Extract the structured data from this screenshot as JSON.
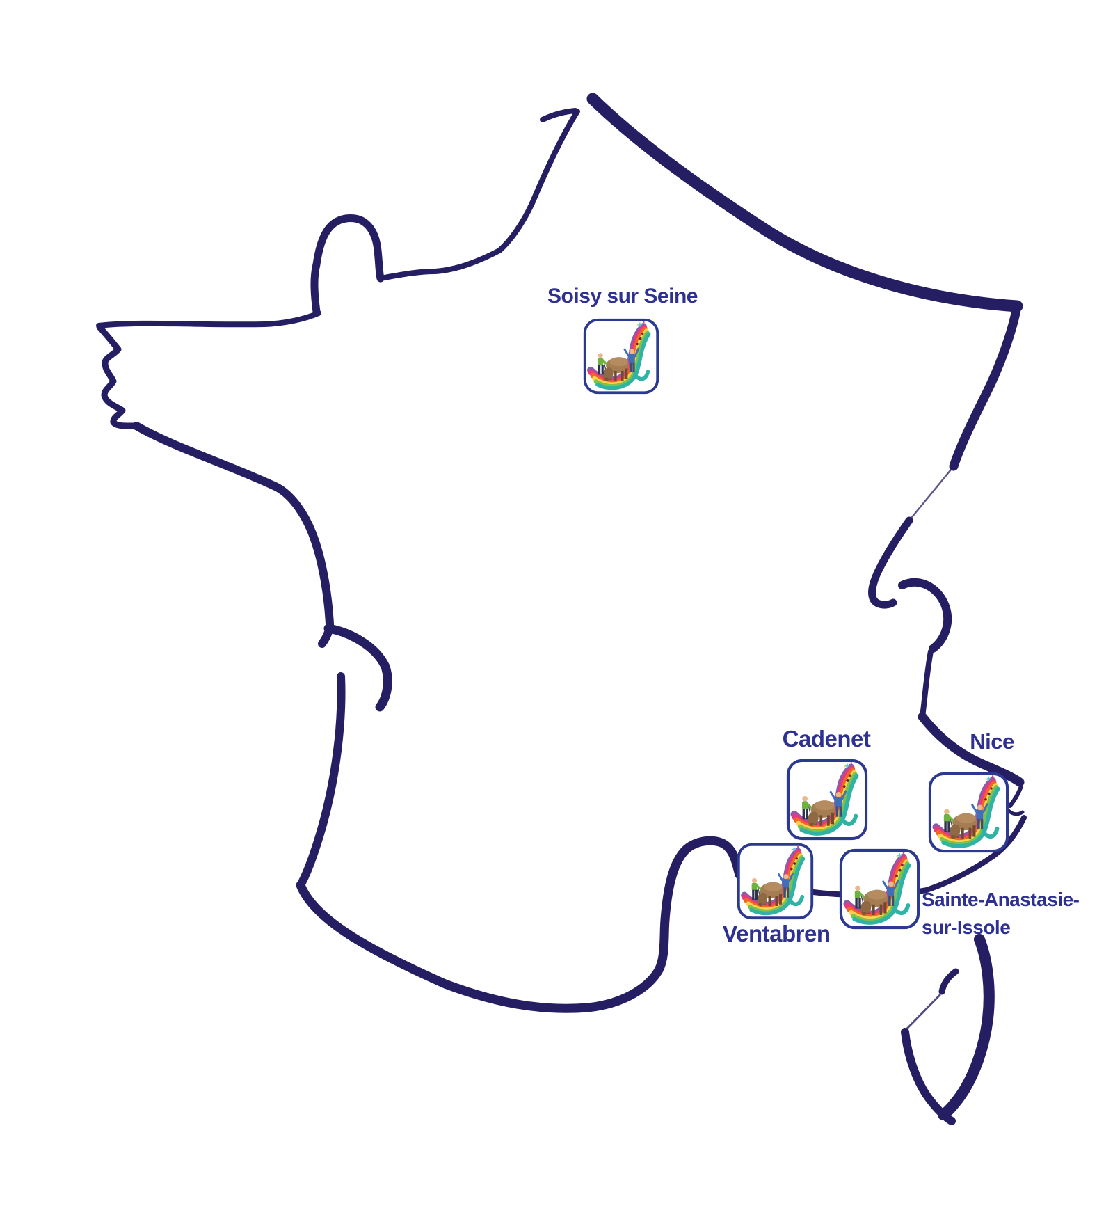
{
  "colors": {
    "outline": "#251e63",
    "label": "#2e3192",
    "icon_border": "#2b3990"
  },
  "marker_icon": {
    "name": "rainbow-trail-cow-logo-icon"
  },
  "locations": [
    {
      "id": "soisy-sur-seine",
      "label": "Soisy sur Seine"
    },
    {
      "id": "cadenet",
      "label": "Cadenet"
    },
    {
      "id": "nice",
      "label": "Nice"
    },
    {
      "id": "ventabren",
      "label": "Ventabren"
    },
    {
      "id": "sainte-anastasie-sur-issole",
      "label_line1": "Sainte-Anastasie-",
      "label_line2": "sur-Issole"
    }
  ]
}
